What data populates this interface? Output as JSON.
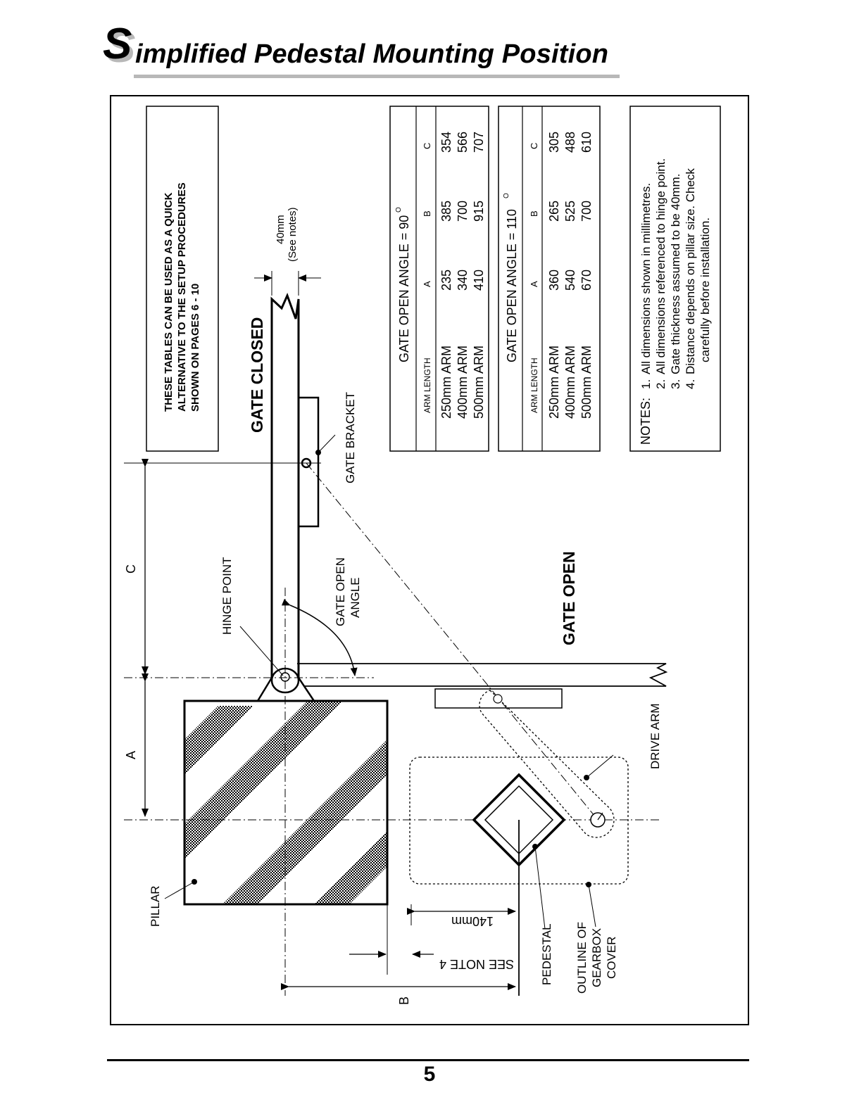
{
  "header": {
    "title_initial": "S",
    "title_rest": "implified Pedestal Mounting Position"
  },
  "quick_box": {
    "lines": [
      "THESE TABLES CAN BE USED AS A QUICK",
      "ALTERNATIVE TO THE SETUP PROCEDURES",
      "SHOWN ON PAGES 6 - 10"
    ]
  },
  "labels": {
    "gate_closed": "GATE CLOSED",
    "gate_open": "GATE OPEN",
    "gate_bracket": "GATE BRACKET",
    "gate_open_angle_1": "GATE OPEN",
    "gate_open_angle_2": "ANGLE",
    "hinge_point": "HINGE POINT",
    "forty_mm": "40mm",
    "see_notes": "(See notes)",
    "dim_a": "A",
    "dim_b": "B",
    "dim_c": "C",
    "pillar": "PILLAR",
    "drive_arm": "DRIVE ARM",
    "pedestal": "PEDESTAL",
    "outline_1": "OUTLINE OF",
    "outline_2": "GEARBOX",
    "outline_3": "COVER",
    "see_note_4": "SEE NOTE 4",
    "one_forty": "140mm"
  },
  "tables": [
    {
      "title_prefix": "GATE OPEN ANGLE  =  90",
      "degree": "O",
      "headers": [
        "ARM LENGTH",
        "A",
        "B",
        "C"
      ],
      "rows": [
        [
          "250mm ARM",
          "235",
          "385",
          "354"
        ],
        [
          "400mm ARM",
          "340",
          "700",
          "566"
        ],
        [
          "500mm ARM",
          "410",
          "915",
          "707"
        ]
      ]
    },
    {
      "title_prefix": "GATE OPEN ANGLE  =  110",
      "degree": "O",
      "headers": [
        "ARM LENGTH",
        "A",
        "B",
        "C"
      ],
      "rows": [
        [
          "250mm ARM",
          "360",
          "265",
          "305"
        ],
        [
          "400mm ARM",
          "540",
          "525",
          "488"
        ],
        [
          "500mm ARM",
          "670",
          "700",
          "610"
        ]
      ]
    }
  ],
  "notes": {
    "heading": "NOTES:",
    "items": [
      {
        "num": "1.",
        "text": "All dimensions shown in millimetres."
      },
      {
        "num": "2.",
        "text": "All dimensions referenced to hinge point."
      },
      {
        "num": "3.",
        "text": "Gate thickness assumed to be 40mm."
      },
      {
        "num": "4.",
        "text": "Distance depends on pillar size. Check"
      },
      {
        "num": "",
        "text": "carefully before installation."
      }
    ]
  },
  "footer": {
    "page_number": "5"
  }
}
